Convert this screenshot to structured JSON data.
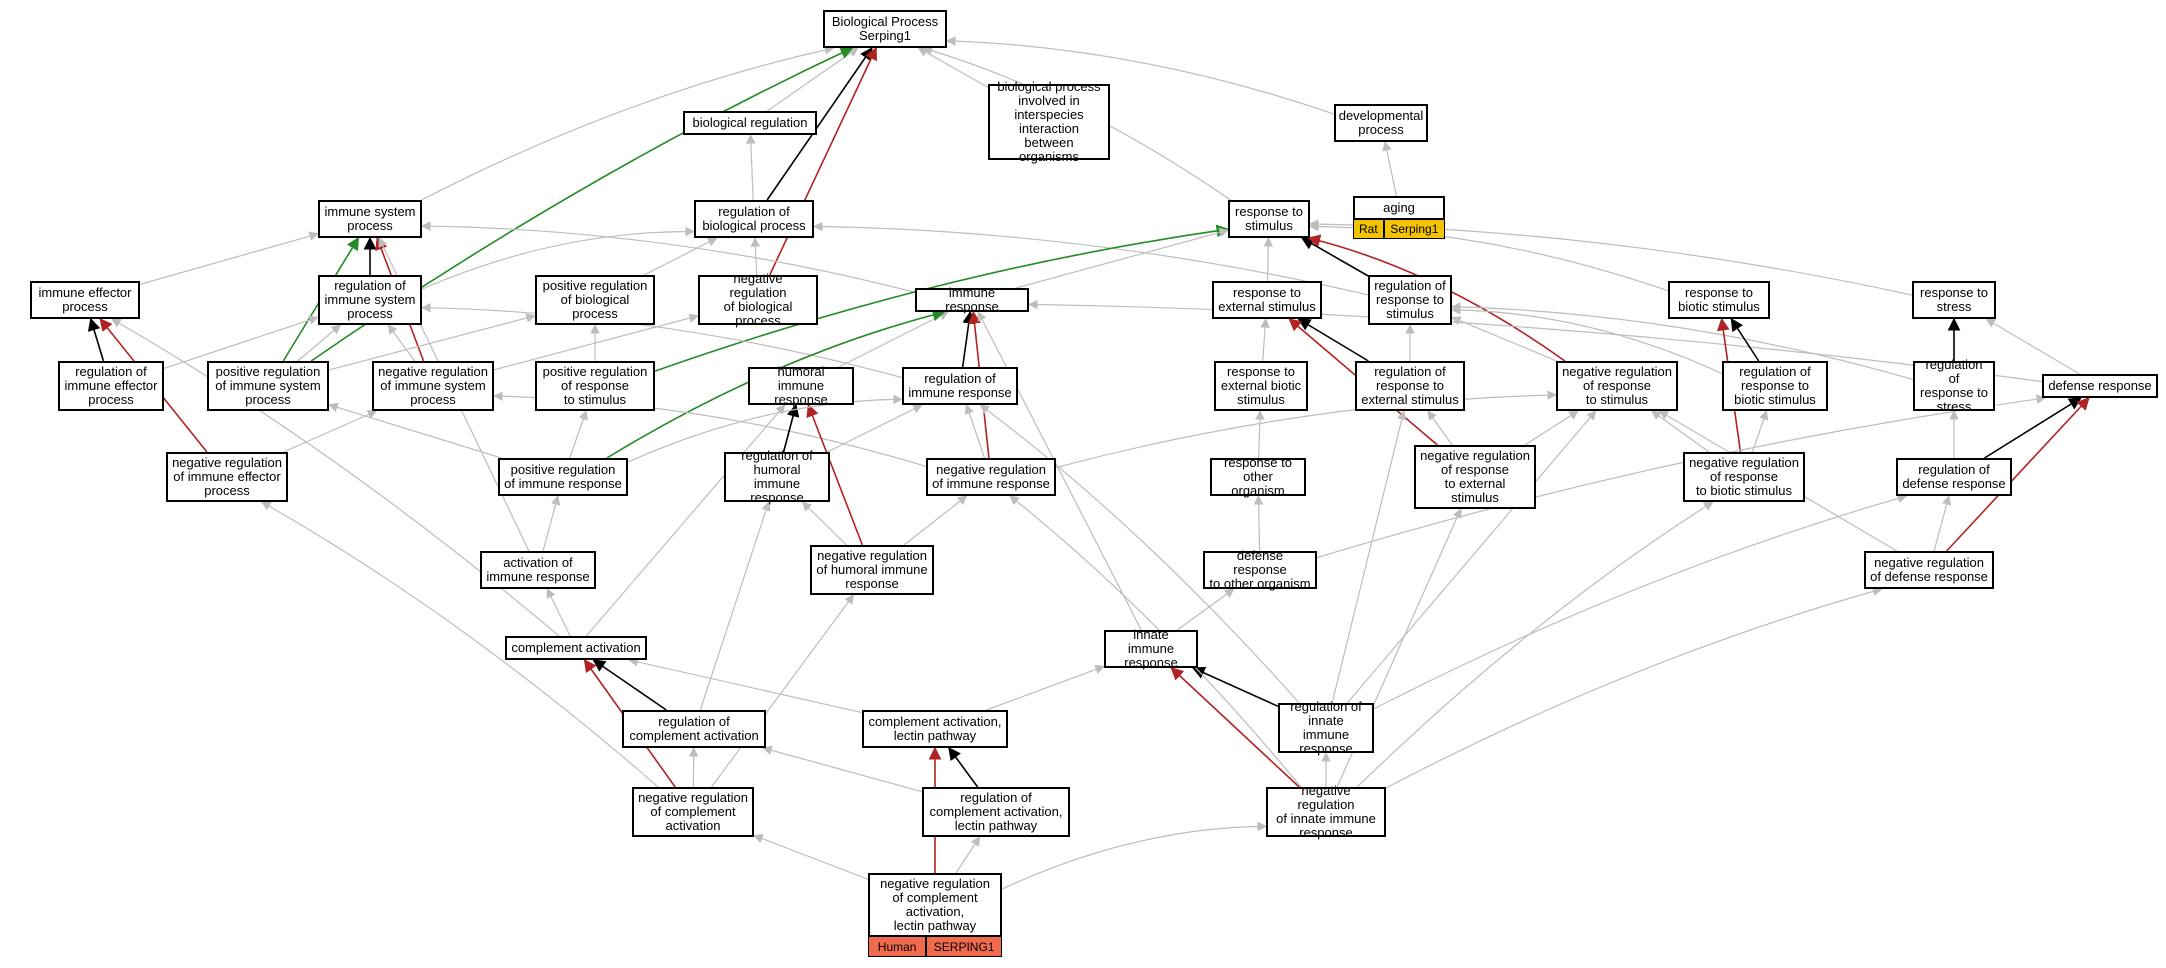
{
  "colors": {
    "grey": "#bdbdbd",
    "black": "#000000",
    "red": "#b22222",
    "green": "#228b22",
    "rat_fill": "#f2c300",
    "human_fill": "#f06a4e"
  },
  "nodes": {
    "root": "Biological Process\nSerping1",
    "bio_reg": "biological regulation",
    "interspecies": "biological process\ninvolved in\ninterspecies\ninteraction\nbetween organisms",
    "developmental": "developmental\nprocess",
    "aging": "aging",
    "immune_sys": "immune system\nprocess",
    "reg_bio": "regulation of\nbiological process",
    "resp_stim": "response to\nstimulus",
    "immune_effector": "immune effector\nprocess",
    "reg_immune_sys": "regulation of\nimmune system\nprocess",
    "pos_reg_bio": "positive regulation\nof biological\nprocess",
    "neg_reg_bio": "negative regulation\nof biological\nprocess",
    "immune_resp": "immune response",
    "resp_ext": "response to\nexternal stimulus",
    "reg_resp_stim": "regulation of\nresponse to\nstimulus",
    "resp_biotic": "response to\nbiotic stimulus",
    "resp_stress": "response to\nstress",
    "reg_immune_eff": "regulation of\nimmune effector\nprocess",
    "pos_reg_immune_sys": "positive regulation\nof immune system\nprocess",
    "neg_reg_immune_sys": "negative regulation\nof immune system\nprocess",
    "pos_reg_resp_stim": "positive regulation\nof response\nto stimulus",
    "humoral": "humoral immune\nresponse",
    "reg_immune_resp": "regulation of\nimmune response",
    "resp_ext_biotic": "response to\nexternal biotic\nstimulus",
    "reg_resp_ext": "regulation of\nresponse to\nexternal stimulus",
    "neg_reg_resp_stim": "negative regulation\nof response\nto stimulus",
    "reg_resp_biotic": "regulation of\nresponse to\nbiotic stimulus",
    "reg_resp_stress": "regulation of\nresponse to\nstress",
    "defense": "defense response",
    "neg_reg_immune_eff": "negative regulation\nof immune effector\nprocess",
    "pos_reg_immune_resp": "positive regulation\nof immune response",
    "reg_humoral": "regulation of\nhumoral immune\nresponse",
    "neg_reg_immune_resp": "negative regulation\nof immune response",
    "resp_other_org": "response to\nother organism",
    "neg_reg_resp_ext": "negative regulation\nof response\nto external\nstimulus",
    "neg_reg_resp_biotic": "negative regulation\nof response\nto biotic stimulus",
    "reg_defense": "regulation of\ndefense response",
    "act_immune": "activation of\nimmune response",
    "neg_reg_humoral": "negative regulation\nof humoral immune\nresponse",
    "defense_other": "defense response\nto other organism",
    "neg_reg_defense": "negative regulation\nof defense response",
    "complement": "complement activation",
    "innate": "innate immune\nresponse",
    "reg_complement": "regulation of\ncomplement activation",
    "complement_lectin": "complement activation,\nlectin pathway",
    "reg_innate": "regulation of\ninnate immune\nresponse",
    "neg_reg_complement": "negative regulation\nof complement\nactivation",
    "reg_complement_lectin": "regulation of\ncomplement activation,\nlectin pathway",
    "neg_reg_innate": "negative regulation\nof innate immune\nresponse",
    "neg_reg_complement_lectin": "negative regulation\nof complement\nactivation,\nlectin pathway"
  },
  "annotations": {
    "aging": {
      "species": "Rat",
      "gene": "Serping1"
    },
    "neg_reg_complement_lectin": {
      "species": "Human",
      "gene": "SERPING1"
    }
  },
  "edges": [
    [
      "bio_reg",
      "root",
      "grey"
    ],
    [
      "interspecies",
      "root",
      "grey"
    ],
    [
      "developmental",
      "root",
      "grey"
    ],
    [
      "immune_sys",
      "root",
      "grey"
    ],
    [
      "resp_stim",
      "root",
      "grey"
    ],
    [
      "reg_bio",
      "bio_reg",
      "grey"
    ],
    [
      "reg_bio",
      "root",
      "black"
    ],
    [
      "neg_reg_bio",
      "root",
      "red"
    ],
    [
      "pos_reg_immune_sys",
      "root",
      "green"
    ],
    [
      "aging",
      "developmental",
      "grey"
    ],
    [
      "immune_effector",
      "immune_sys",
      "grey"
    ],
    [
      "reg_immune_sys",
      "immune_sys",
      "black"
    ],
    [
      "pos_reg_immune_sys",
      "immune_sys",
      "green"
    ],
    [
      "neg_reg_immune_sys",
      "immune_sys",
      "red"
    ],
    [
      "immune_resp",
      "immune_sys",
      "grey"
    ],
    [
      "act_immune",
      "immune_sys",
      "grey"
    ],
    [
      "complement",
      "immune_effector",
      "grey"
    ],
    [
      "reg_immune_sys",
      "reg_bio",
      "grey"
    ],
    [
      "pos_reg_bio",
      "reg_bio",
      "grey"
    ],
    [
      "neg_reg_bio",
      "reg_bio",
      "grey"
    ],
    [
      "reg_resp_stim",
      "reg_bio",
      "grey"
    ],
    [
      "pos_reg_resp_stim",
      "resp_stim",
      "green"
    ],
    [
      "immune_resp",
      "resp_stim",
      "grey"
    ],
    [
      "resp_ext",
      "resp_stim",
      "grey"
    ],
    [
      "reg_resp_stim",
      "resp_stim",
      "black"
    ],
    [
      "neg_reg_resp_stim",
      "resp_stim",
      "red"
    ],
    [
      "resp_biotic",
      "resp_stim",
      "grey"
    ],
    [
      "resp_stress",
      "resp_stim",
      "grey"
    ],
    [
      "reg_immune_eff",
      "immune_effector",
      "black"
    ],
    [
      "neg_reg_immune_eff",
      "immune_effector",
      "red"
    ],
    [
      "reg_immune_eff",
      "reg_immune_sys",
      "grey"
    ],
    [
      "pos_reg_immune_sys",
      "reg_immune_sys",
      "grey"
    ],
    [
      "neg_reg_immune_sys",
      "reg_immune_sys",
      "grey"
    ],
    [
      "reg_immune_resp",
      "reg_immune_sys",
      "grey"
    ],
    [
      "pos_reg_immune_sys",
      "pos_reg_bio",
      "grey"
    ],
    [
      "pos_reg_resp_stim",
      "pos_reg_bio",
      "grey"
    ],
    [
      "neg_reg_immune_sys",
      "neg_reg_bio",
      "grey"
    ],
    [
      "humoral",
      "immune_resp",
      "grey"
    ],
    [
      "reg_immune_resp",
      "immune_resp",
      "black"
    ],
    [
      "neg_reg_immune_resp",
      "immune_resp",
      "red"
    ],
    [
      "pos_reg_immune_resp",
      "immune_resp",
      "green"
    ],
    [
      "innate",
      "immune_resp",
      "grey"
    ],
    [
      "defense",
      "immune_resp",
      "grey"
    ],
    [
      "resp_ext_biotic",
      "resp_ext",
      "grey"
    ],
    [
      "reg_resp_ext",
      "resp_ext",
      "black"
    ],
    [
      "neg_reg_resp_ext",
      "resp_ext",
      "red"
    ],
    [
      "reg_resp_ext",
      "reg_resp_stim",
      "grey"
    ],
    [
      "neg_reg_resp_stim",
      "reg_resp_stim",
      "grey"
    ],
    [
      "reg_resp_biotic",
      "reg_resp_stim",
      "grey"
    ],
    [
      "reg_resp_stress",
      "reg_resp_stim",
      "grey"
    ],
    [
      "reg_resp_biotic",
      "resp_biotic",
      "black"
    ],
    [
      "neg_reg_resp_biotic",
      "resp_biotic",
      "red"
    ],
    [
      "reg_resp_stress",
      "resp_stress",
      "black"
    ],
    [
      "defense",
      "resp_stress",
      "grey"
    ],
    [
      "neg_reg_immune_eff",
      "neg_reg_immune_sys",
      "grey"
    ],
    [
      "pos_reg_immune_resp",
      "pos_reg_immune_sys",
      "grey"
    ],
    [
      "pos_reg_immune_resp",
      "pos_reg_resp_stim",
      "grey"
    ],
    [
      "neg_reg_immune_resp",
      "neg_reg_immune_sys",
      "grey"
    ],
    [
      "reg_humoral",
      "humoral",
      "black"
    ],
    [
      "neg_reg_humoral",
      "humoral",
      "red"
    ],
    [
      "complement",
      "humoral",
      "grey"
    ],
    [
      "reg_humoral",
      "reg_immune_resp",
      "grey"
    ],
    [
      "neg_reg_immune_resp",
      "reg_immune_resp",
      "grey"
    ],
    [
      "pos_reg_immune_resp",
      "reg_immune_resp",
      "grey"
    ],
    [
      "reg_innate",
      "reg_immune_resp",
      "grey"
    ],
    [
      "resp_other_org",
      "resp_ext_biotic",
      "grey"
    ],
    [
      "neg_reg_resp_ext",
      "reg_resp_ext",
      "grey"
    ],
    [
      "reg_innate",
      "reg_resp_ext",
      "grey"
    ],
    [
      "neg_reg_immune_resp",
      "neg_reg_resp_stim",
      "grey"
    ],
    [
      "neg_reg_resp_ext",
      "neg_reg_resp_stim",
      "grey"
    ],
    [
      "neg_reg_resp_biotic",
      "neg_reg_resp_stim",
      "grey"
    ],
    [
      "neg_reg_defense",
      "neg_reg_resp_stim",
      "grey"
    ],
    [
      "neg_reg_resp_biotic",
      "reg_resp_biotic",
      "grey"
    ],
    [
      "reg_innate",
      "neg_reg_resp_stim",
      "grey"
    ],
    [
      "reg_defense",
      "reg_resp_stress",
      "grey"
    ],
    [
      "reg_defense",
      "defense",
      "black"
    ],
    [
      "neg_reg_defense",
      "defense",
      "red"
    ],
    [
      "defense_other",
      "defense",
      "grey"
    ],
    [
      "act_immune",
      "pos_reg_immune_resp",
      "grey"
    ],
    [
      "neg_reg_humoral",
      "reg_humoral",
      "grey"
    ],
    [
      "neg_reg_humoral",
      "neg_reg_immune_resp",
      "grey"
    ],
    [
      "reg_complement",
      "reg_humoral",
      "grey"
    ],
    [
      "defense_other",
      "resp_other_org",
      "grey"
    ],
    [
      "neg_reg_defense",
      "reg_defense",
      "grey"
    ],
    [
      "reg_innate",
      "reg_defense",
      "grey"
    ],
    [
      "complement",
      "act_immune",
      "grey"
    ],
    [
      "innate",
      "defense_other",
      "grey"
    ],
    [
      "complement_lectin",
      "innate",
      "grey"
    ],
    [
      "reg_complement",
      "complement",
      "black"
    ],
    [
      "neg_reg_complement",
      "complement",
      "red"
    ],
    [
      "complement_lectin",
      "complement",
      "grey"
    ],
    [
      "reg_innate",
      "innate",
      "black"
    ],
    [
      "neg_reg_innate",
      "innate",
      "red"
    ],
    [
      "neg_reg_complement",
      "reg_complement",
      "grey"
    ],
    [
      "reg_complement_lectin",
      "reg_complement",
      "grey"
    ],
    [
      "reg_complement_lectin",
      "complement_lectin",
      "black"
    ],
    [
      "neg_reg_complement_lectin",
      "complement_lectin",
      "red"
    ],
    [
      "neg_reg_complement",
      "neg_reg_humoral",
      "grey"
    ],
    [
      "neg_reg_complement",
      "neg_reg_immune_eff",
      "grey"
    ],
    [
      "neg_reg_innate",
      "reg_innate",
      "grey"
    ],
    [
      "neg_reg_innate",
      "neg_reg_immune_resp",
      "grey"
    ],
    [
      "neg_reg_innate",
      "neg_reg_resp_ext",
      "grey"
    ],
    [
      "neg_reg_innate",
      "neg_reg_resp_biotic",
      "grey"
    ],
    [
      "neg_reg_innate",
      "neg_reg_defense",
      "grey"
    ],
    [
      "neg_reg_complement_lectin",
      "neg_reg_complement",
      "grey"
    ],
    [
      "neg_reg_complement_lectin",
      "reg_complement_lectin",
      "grey"
    ],
    [
      "neg_reg_complement_lectin",
      "neg_reg_innate",
      "grey"
    ]
  ]
}
